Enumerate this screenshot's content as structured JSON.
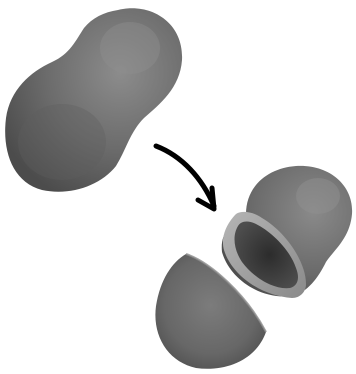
{
  "colors": {
    "background": "#ffffff",
    "body_fill": "#707070",
    "body_highlight": "#8a8a8a",
    "body_shadow": "#4a4a4a",
    "cavity_fill": "#3a3a3a",
    "rim_fill": "#9a9a9a",
    "arrow": "#000000"
  },
  "figure": {
    "panels": [
      {
        "name": "intact-body"
      },
      {
        "name": "split-body-upper"
      },
      {
        "name": "split-body-lower"
      }
    ],
    "arrow_icon": "curved-arrow-icon"
  }
}
